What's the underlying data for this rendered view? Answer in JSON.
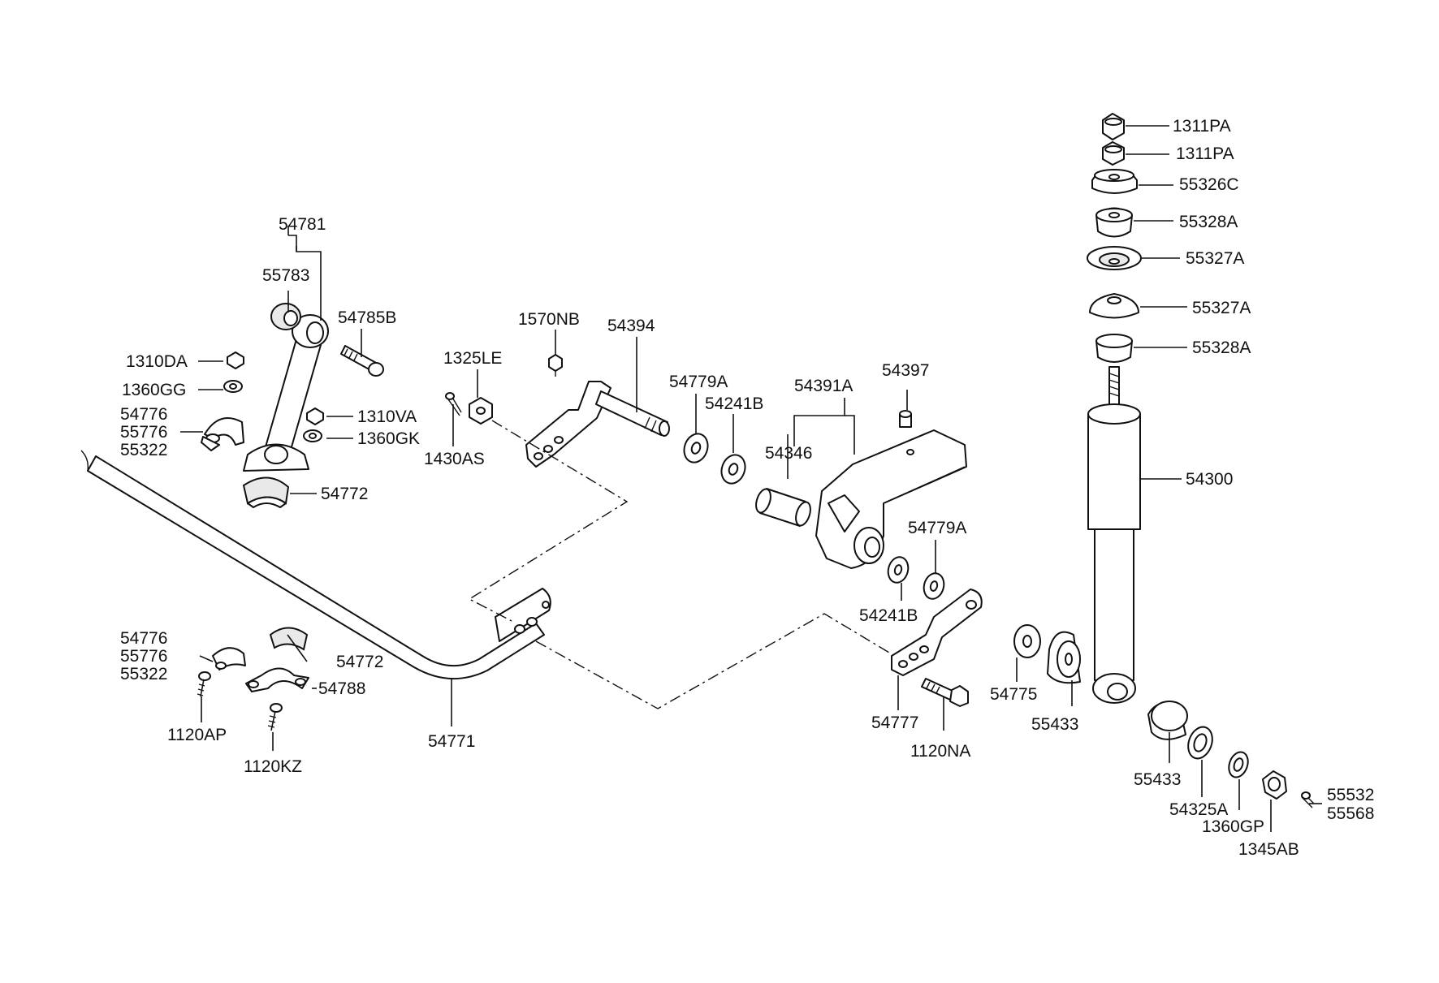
{
  "labels": {
    "l54781": "54781",
    "l55783": "55783",
    "l54785B": "54785B",
    "l1310DA": "1310DA",
    "l1360GG": "1360GG",
    "l54776_a": "54776",
    "l55776_a": "55776",
    "l55322_a": "55322",
    "l1310VA": "1310VA",
    "l1360GK": "1360GK",
    "l54772_a": "54772",
    "l1570NB": "1570NB",
    "l1325LE": "1325LE",
    "l1430AS": "1430AS",
    "l54394": "54394",
    "l54779A_a": "54779A",
    "l54241B_a": "54241B",
    "l54391A": "54391A",
    "l54397": "54397",
    "l54346": "54346",
    "l54779A_b": "54779A",
    "l54241B_b": "54241B",
    "l54776_b": "54776",
    "l55776_b": "55776",
    "l55322_b": "55322",
    "l54772_b": "54772",
    "l54788": "54788",
    "l1120AP": "1120AP",
    "l1120KZ": "1120KZ",
    "l54771": "54771",
    "l54777": "54777",
    "l1120NA": "1120NA",
    "l54775": "54775",
    "l55433_a": "55433",
    "l55433_b": "55433",
    "l54325A": "54325A",
    "l1360GP": "1360GP",
    "l1345AB": "1345AB",
    "l55532": "55532",
    "l55568": "55568",
    "l1311PA_a": "1311PA",
    "l1311PA_b": "1311PA",
    "l55326C": "55326C",
    "l55328A_a": "55328A",
    "l55327A_a": "55327A",
    "l55327A_b": "55327A",
    "l55328A_b": "55328A",
    "l54300": "54300"
  }
}
